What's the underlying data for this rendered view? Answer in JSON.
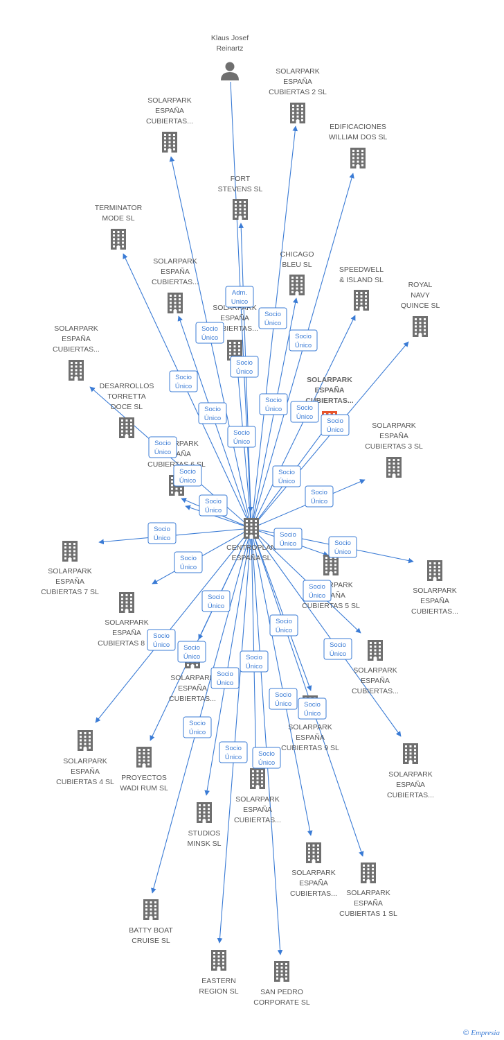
{
  "colors": {
    "edge": "#3a7bd5",
    "building": "#6f6f6f",
    "highlight": "#e8552b",
    "text": "#555555"
  },
  "footer": {
    "copyright": "©",
    "brand": "Empresia"
  },
  "nodes": [
    {
      "id": "center",
      "type": "building",
      "lines": [
        "CENTROPLAN",
        "ESPAÑA SL"
      ]
    },
    {
      "id": "klaus",
      "type": "person",
      "lines": [
        "Klaus Josef",
        "Reinartz"
      ]
    },
    {
      "id": "spc2",
      "type": "building",
      "lines": [
        "SOLARPARK",
        "ESPAÑA",
        "CUBIERTAS 2 SL"
      ]
    },
    {
      "id": "spc_a",
      "type": "building",
      "lines": [
        "SOLARPARK",
        "ESPAÑA",
        "CUBIERTAS..."
      ]
    },
    {
      "id": "edif",
      "type": "building",
      "lines": [
        "EDIFICACIONES",
        "WILLIAM DOS SL"
      ]
    },
    {
      "id": "fort",
      "type": "building",
      "lines": [
        "FORT",
        "STEVENS SL"
      ]
    },
    {
      "id": "term",
      "type": "building",
      "lines": [
        "TERMINATOR",
        "MODE SL"
      ]
    },
    {
      "id": "spc_b",
      "type": "building",
      "lines": [
        "SOLARPARK",
        "ESPAÑA",
        "CUBIERTAS..."
      ]
    },
    {
      "id": "chicago",
      "type": "building",
      "lines": [
        "CHICAGO",
        "BLEU SL"
      ]
    },
    {
      "id": "speed",
      "type": "building",
      "lines": [
        "SPEEDWELL",
        "& ISLAND SL"
      ]
    },
    {
      "id": "royal",
      "type": "building",
      "lines": [
        "ROYAL",
        "NAVY",
        "QUINCE SL"
      ]
    },
    {
      "id": "spc_c",
      "type": "building",
      "lines": [
        "SOLARPARK",
        "ESPAÑA",
        "CUBIERTAS..."
      ]
    },
    {
      "id": "spc_d",
      "type": "building",
      "lines": [
        "SOLARPARK",
        "ESPAÑA",
        "CUBIERTAS..."
      ]
    },
    {
      "id": "highlight",
      "type": "highlight",
      "lines": [
        "SOLARPARK",
        "ESPAÑA",
        "CUBIERTAS..."
      ]
    },
    {
      "id": "desarr",
      "type": "building",
      "lines": [
        "DESARROLLOS",
        "TORRETTA",
        "DOCE SL"
      ]
    },
    {
      "id": "spc3",
      "type": "building",
      "lines": [
        "SOLARPARK",
        "ESPAÑA",
        "CUBIERTAS 3 SL"
      ]
    },
    {
      "id": "spc6",
      "type": "building",
      "lines": [
        "SOLARPARK",
        "ESPAÑA",
        "CUBIERTAS 6 SL"
      ]
    },
    {
      "id": "spc7",
      "type": "building",
      "lines": [
        "SOLARPARK",
        "ESPAÑA",
        "CUBIERTAS 7 SL"
      ]
    },
    {
      "id": "spc5",
      "type": "building",
      "lines": [
        "SOLARPARK",
        "ESPAÑA",
        "CUBIERTAS 5 SL"
      ]
    },
    {
      "id": "spc_e",
      "type": "building",
      "lines": [
        "SOLARPARK",
        "ESPAÑA",
        "CUBIERTAS..."
      ]
    },
    {
      "id": "spc8",
      "type": "building",
      "lines": [
        "SOLARPARK",
        "ESPAÑA",
        "CUBIERTAS 8 SL"
      ]
    },
    {
      "id": "spc_f",
      "type": "building",
      "lines": [
        "SOLARPARK",
        "ESPAÑA",
        "CUBIERTAS..."
      ]
    },
    {
      "id": "spc_g",
      "type": "building",
      "lines": [
        "SOLARPARK",
        "ESPAÑA",
        "CUBIERTAS..."
      ]
    },
    {
      "id": "spc9",
      "type": "building",
      "lines": [
        "SOLARPARK",
        "ESPAÑA",
        "CUBIERTAS 9 SL"
      ]
    },
    {
      "id": "spc4",
      "type": "building",
      "lines": [
        "SOLARPARK",
        "ESPAÑA",
        "CUBIERTAS 4 SL"
      ]
    },
    {
      "id": "wadi",
      "type": "building",
      "lines": [
        "PROYECTOS",
        "WADI RUM SL"
      ]
    },
    {
      "id": "spc_h",
      "type": "building",
      "lines": [
        "SOLARPARK",
        "ESPAÑA",
        "CUBIERTAS..."
      ]
    },
    {
      "id": "spc_i",
      "type": "building",
      "lines": [
        "SOLARPARK",
        "ESPAÑA",
        "CUBIERTAS..."
      ]
    },
    {
      "id": "minsk",
      "type": "building",
      "lines": [
        "STUDIOS",
        "MINSK SL"
      ]
    },
    {
      "id": "spc_j",
      "type": "building",
      "lines": [
        "SOLARPARK",
        "ESPAÑA",
        "CUBIERTAS..."
      ]
    },
    {
      "id": "spc1",
      "type": "building",
      "lines": [
        "SOLARPARK",
        "ESPAÑA",
        "CUBIERTAS 1  SL"
      ]
    },
    {
      "id": "batty",
      "type": "building",
      "lines": [
        "BATTY BOAT",
        "CRUISE SL"
      ]
    },
    {
      "id": "eastern",
      "type": "building",
      "lines": [
        "EASTERN",
        "REGION SL"
      ]
    },
    {
      "id": "sanpedro",
      "type": "building",
      "lines": [
        "SAN PEDRO",
        "CORPORATE SL"
      ]
    }
  ],
  "edges": [
    {
      "from": "klaus",
      "to": "center",
      "label": [
        "Adm.",
        "Unico"
      ]
    },
    {
      "from": "center",
      "to": "spc2",
      "label": [
        "Socio",
        "Único"
      ]
    },
    {
      "from": "center",
      "to": "spc_a",
      "label": [
        "Socio",
        "Único"
      ]
    },
    {
      "from": "center",
      "to": "edif",
      "label": [
        "Socio",
        "Único"
      ]
    },
    {
      "from": "center",
      "to": "fort",
      "label": [
        "Socio",
        "Único"
      ]
    },
    {
      "from": "center",
      "to": "term",
      "label": [
        "Socio",
        "Único"
      ]
    },
    {
      "from": "center",
      "to": "spc_b",
      "label": [
        "Socio",
        "Único"
      ]
    },
    {
      "from": "center",
      "to": "chicago",
      "label": [
        "Socio",
        "Único"
      ]
    },
    {
      "from": "center",
      "to": "speed",
      "label": [
        "Socio",
        "Único"
      ]
    },
    {
      "from": "center",
      "to": "royal",
      "label": [
        "Socio",
        "Único"
      ]
    },
    {
      "from": "center",
      "to": "spc_d",
      "label": [
        "Socio",
        "Único"
      ]
    },
    {
      "from": "center",
      "to": "highlight",
      "label": [
        "Socio",
        "Único"
      ]
    },
    {
      "from": "center",
      "to": "desarr",
      "label": [
        "Socio",
        "Único"
      ]
    },
    {
      "from": "center",
      "to": "spc3",
      "label": [
        "Socio",
        "Único"
      ]
    },
    {
      "from": "center",
      "to": "spc6",
      "label": [
        "Socio",
        "Único"
      ]
    },
    {
      "from": "center",
      "to": "spc7",
      "label": [
        "Socio",
        "Único"
      ]
    },
    {
      "from": "center",
      "to": "spc5",
      "label": [
        "Socio",
        "Único"
      ]
    },
    {
      "from": "center",
      "to": "spc_e",
      "label": [
        "Socio",
        "Único"
      ]
    },
    {
      "from": "center",
      "to": "spc8",
      "label": [
        "Socio",
        "Único"
      ]
    },
    {
      "from": "center",
      "to": "spc_f",
      "label": [
        "Socio",
        "Único"
      ]
    },
    {
      "from": "center",
      "to": "spc_g",
      "label": [
        "Socio",
        "Único"
      ]
    },
    {
      "from": "center",
      "to": "spc9",
      "label": [
        "Socio",
        "Único"
      ]
    },
    {
      "from": "center",
      "to": "spc4",
      "label": [
        "Socio",
        "Único"
      ]
    },
    {
      "from": "center",
      "to": "wadi",
      "label": [
        "Socio",
        "Único"
      ]
    },
    {
      "from": "center",
      "to": "spc_h",
      "label": [
        "Socio",
        "Único"
      ]
    },
    {
      "from": "center",
      "to": "spc_i",
      "label": [
        "Socio",
        "Único"
      ]
    },
    {
      "from": "center",
      "to": "minsk",
      "label": [
        "Socio",
        "Único"
      ]
    },
    {
      "from": "center",
      "to": "spc_j",
      "label": [
        "Socio",
        "Único"
      ]
    },
    {
      "from": "center",
      "to": "spc1",
      "label": [
        "Socio",
        "Único"
      ]
    },
    {
      "from": "center",
      "to": "batty",
      "label": [
        "Socio",
        "Único"
      ]
    },
    {
      "from": "center",
      "to": "eastern",
      "label": [
        "Socio",
        "Único"
      ]
    },
    {
      "from": "center",
      "to": "sanpedro",
      "label": [
        "Socio",
        "Único"
      ]
    },
    {
      "from": "center",
      "to": "spc_c",
      "label": [
        "Socio",
        "Único"
      ]
    }
  ]
}
